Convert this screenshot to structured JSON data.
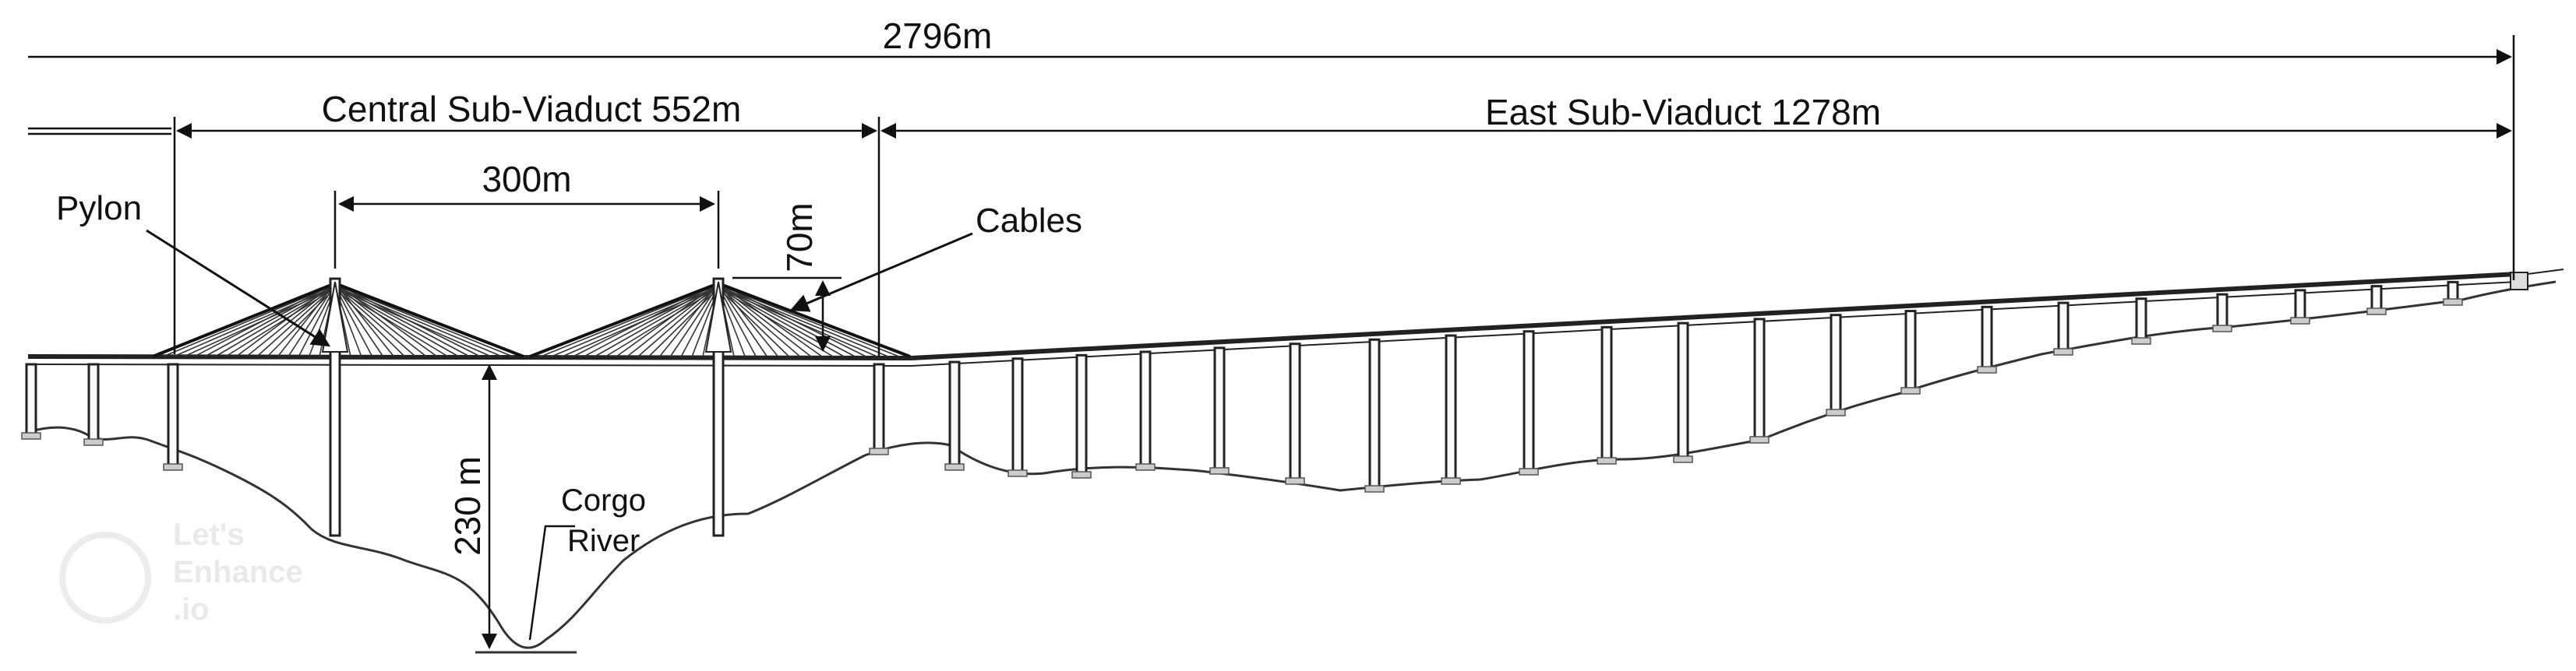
{
  "dimensions": {
    "total": "2796m",
    "central_sub_viaduct": "Central Sub-Viaduct 552m",
    "east_sub_viaduct": "East Sub-Viaduct 1278m",
    "main_span": "300m",
    "pylon_height": "70m",
    "deck_height": "230 m"
  },
  "labels": {
    "pylon": "Pylon",
    "cables": "Cables",
    "river_line1": "Corgo",
    "river_line2": "River"
  },
  "watermark": {
    "line1": "Let's",
    "line2": "Enhance",
    "line3": ".io"
  },
  "colors": {
    "ink": "#111111",
    "watermark": "#e9e9e9"
  }
}
